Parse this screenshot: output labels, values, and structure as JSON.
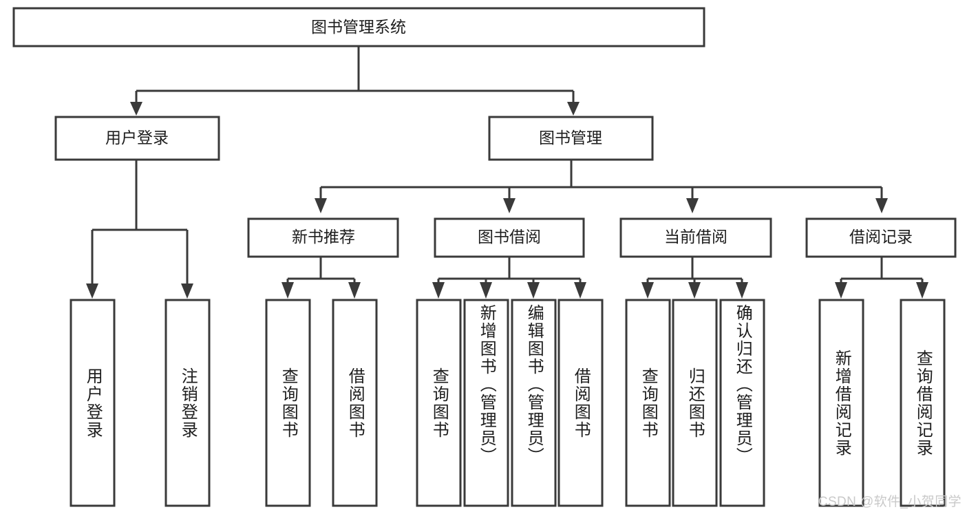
{
  "diagram": {
    "title": "图书管理系统",
    "type": "tree-hierarchy",
    "root": {
      "id": "root",
      "label": "图书管理系统",
      "orientation": "horizontal"
    },
    "level2": [
      {
        "id": "user-login",
        "label": "用户登录",
        "orientation": "horizontal"
      },
      {
        "id": "book-management",
        "label": "图书管理",
        "orientation": "horizontal"
      }
    ],
    "level3": [
      {
        "id": "new-book-recommend",
        "label": "新书推荐",
        "orientation": "horizontal",
        "parent": "book-management"
      },
      {
        "id": "book-borrow",
        "label": "图书借阅",
        "orientation": "horizontal",
        "parent": "book-management"
      },
      {
        "id": "current-borrow",
        "label": "当前借阅",
        "orientation": "horizontal",
        "parent": "book-management"
      },
      {
        "id": "borrow-record",
        "label": "借阅记录",
        "orientation": "horizontal",
        "parent": "book-management"
      }
    ],
    "leaves": [
      {
        "id": "leaf-user-login",
        "label": "用户登录",
        "orientation": "vertical",
        "parent": "user-login"
      },
      {
        "id": "leaf-user-logout",
        "label": "注销登录",
        "orientation": "vertical",
        "parent": "user-login"
      },
      {
        "id": "leaf-query-book-1",
        "label": "查询图书",
        "orientation": "vertical",
        "parent": "new-book-recommend"
      },
      {
        "id": "leaf-borrow-book-1",
        "label": "借阅图书",
        "orientation": "vertical",
        "parent": "new-book-recommend"
      },
      {
        "id": "leaf-query-book-2",
        "label": "查询图书",
        "orientation": "vertical",
        "parent": "book-borrow"
      },
      {
        "id": "leaf-add-book",
        "label": "新增图书（管理员）",
        "orientation": "vertical",
        "parent": "book-borrow"
      },
      {
        "id": "leaf-edit-book",
        "label": "编辑图书（管理员）",
        "orientation": "vertical",
        "parent": "book-borrow"
      },
      {
        "id": "leaf-borrow-book-2",
        "label": "借阅图书",
        "orientation": "vertical",
        "parent": "book-borrow"
      },
      {
        "id": "leaf-query-book-3",
        "label": "查询图书",
        "orientation": "vertical",
        "parent": "current-borrow"
      },
      {
        "id": "leaf-return-book",
        "label": "归还图书",
        "orientation": "vertical",
        "parent": "current-borrow"
      },
      {
        "id": "leaf-confirm-return",
        "label": "确认归还（管理员）",
        "orientation": "vertical",
        "parent": "current-borrow"
      },
      {
        "id": "leaf-add-record",
        "label": "新增借阅记录",
        "orientation": "vertical",
        "parent": "borrow-record"
      },
      {
        "id": "leaf-query-record",
        "label": "查询借阅记录",
        "orientation": "vertical",
        "parent": "borrow-record"
      }
    ],
    "colors": {
      "box_border": "#3a3a3a",
      "box_fill": "#ffffff",
      "connector": "#3a3a3a",
      "text": "#1d1d1d",
      "background": "#ffffff",
      "watermark": "#c9c9c9"
    }
  },
  "watermark": {
    "text": "CSDN @软件_小贺同学"
  }
}
